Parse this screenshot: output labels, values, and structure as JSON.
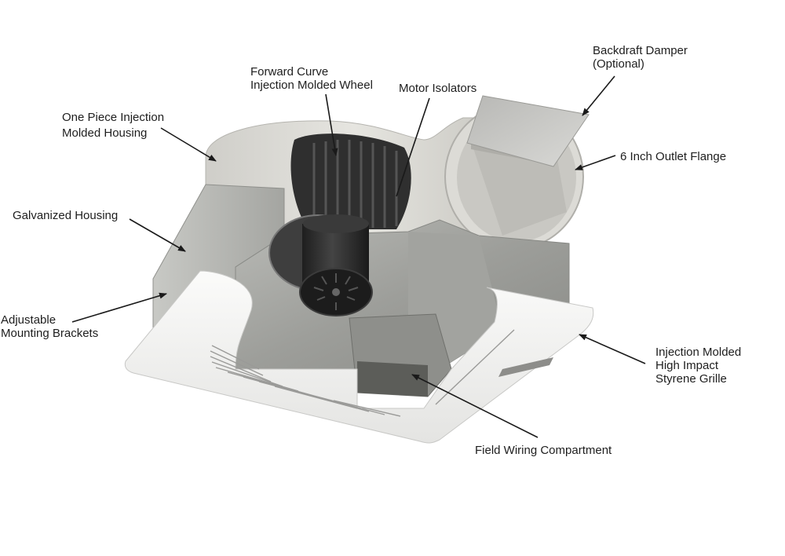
{
  "title": "Exhaust fan component diagram",
  "labels": {
    "forward_curve_wheel": [
      "Forward Curve",
      "Injection Molded Wheel"
    ],
    "motor_isolators": [
      "Motor Isolators"
    ],
    "backdraft_damper": [
      "Backdraft Damper",
      "(Optional)"
    ],
    "outlet_flange": [
      "6 Inch Outlet Flange"
    ],
    "one_piece_housing": [
      "One Piece Injection",
      "Molded Housing"
    ],
    "galvanized_housing": [
      "Galvanized Housing"
    ],
    "mounting_brackets": [
      "Adjustable",
      "Mounting Brackets"
    ],
    "styrene_grille": [
      "Injection Molded",
      "High Impact",
      "Styrene Grille"
    ],
    "field_wiring": [
      "Field Wiring Compartment"
    ]
  },
  "colors": {
    "housing_plastic": "#d9d8d3",
    "galvanized_metal": "#a9aaa6",
    "motor": "#2b2b2b",
    "wheel": "#3a3a3a",
    "grille": "#f2f2f0",
    "arrow": "#1a1a1a"
  }
}
